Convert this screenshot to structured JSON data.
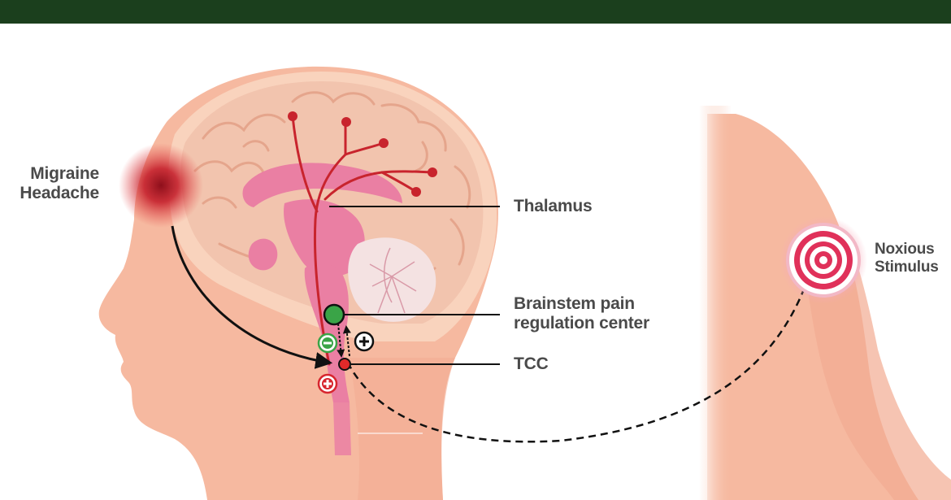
{
  "labels": {
    "migraine": [
      "Migraine",
      "Headache"
    ],
    "thalamus": "Thalamus",
    "brainstem": [
      "Brainstem pain",
      "regulation center"
    ],
    "tcc": "TCC",
    "noxious": [
      "Noxious",
      "Stimulus"
    ]
  },
  "symbols": {
    "inhibit": "−",
    "excite": "+"
  },
  "colors": {
    "header": "#1b3f1d",
    "skin": "#f6b9a0",
    "brain": "#f2c4ae",
    "pathway": "#c8242d",
    "inhibit": "#3aa447",
    "excite": "#d7262e",
    "text": "#4a4a4a"
  }
}
